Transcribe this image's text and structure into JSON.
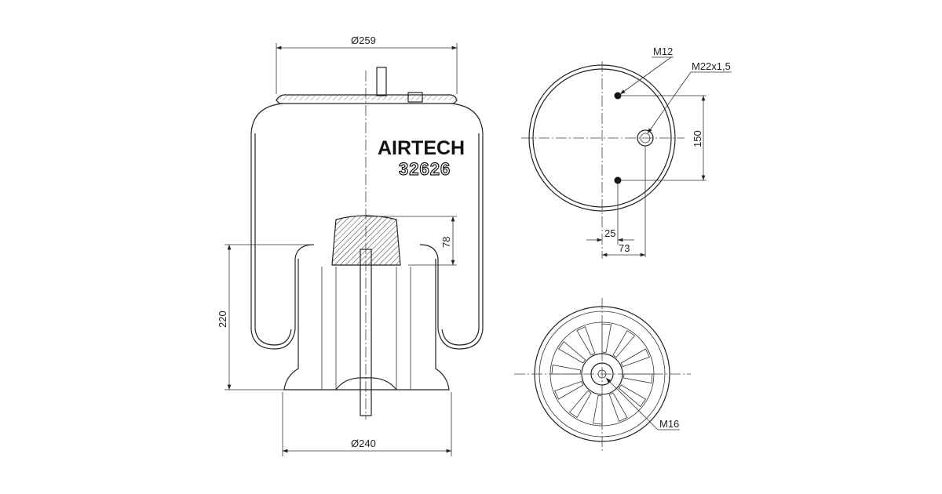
{
  "brand": {
    "name": "AIRTECH",
    "part_number": "32626"
  },
  "side_view": {
    "top_diameter": "Ø259",
    "bottom_diameter": "Ø240",
    "height": "220",
    "cap_height": "78"
  },
  "top_view": {
    "stud_thread": "M12",
    "port_thread": "M22x1,5",
    "stud_spacing": "150",
    "stud_offset": "25",
    "port_offset": "73"
  },
  "bottom_view": {
    "thread": "M16"
  }
}
